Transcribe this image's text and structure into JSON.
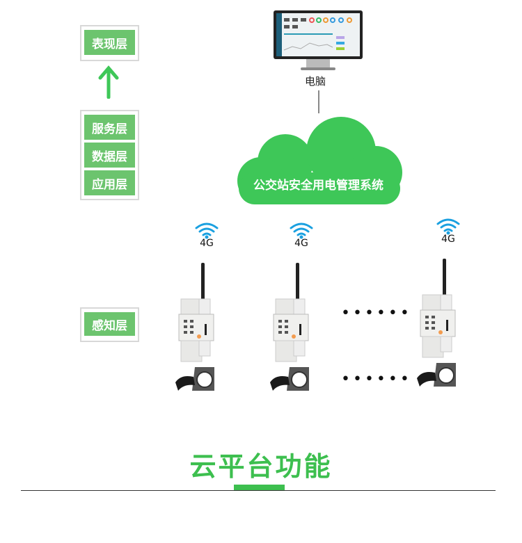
{
  "layers": {
    "presentation": "表现层",
    "service": "服务层",
    "data": "数据层",
    "application": "应用层",
    "perception": "感知层"
  },
  "computer_label": "电脑",
  "cloud_label": "公交站安全用电管理系统",
  "signal_label": "4G",
  "ellipsis": "••••••",
  "section_title": "云平台功能",
  "colors": {
    "green": "#6cc46e",
    "cloud": "#3ec758",
    "title": "#3dbf4f",
    "wifi": "#1aa0e0"
  }
}
